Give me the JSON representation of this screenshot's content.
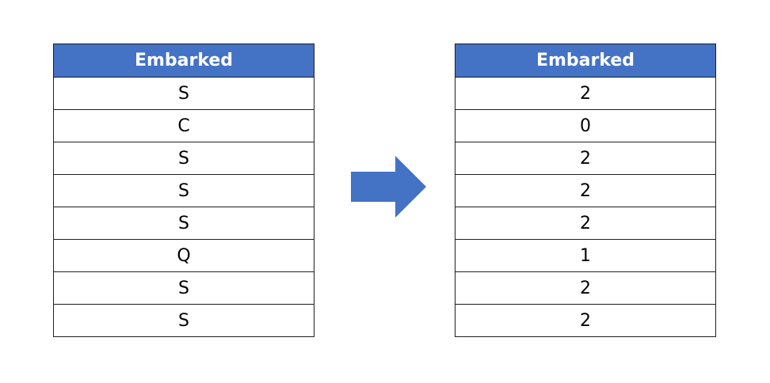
{
  "left_table": {
    "header": "Embarked",
    "rows": [
      "S",
      "C",
      "S",
      "S",
      "S",
      "Q",
      "S",
      "S"
    ]
  },
  "right_table": {
    "header": "Embarked",
    "rows": [
      "2",
      "0",
      "2",
      "2",
      "2",
      "1",
      "2",
      "2"
    ]
  },
  "arrow": {
    "icon": "right-arrow-icon",
    "color": "#4472c4"
  },
  "colors": {
    "header_bg": "#4472c4",
    "header_text": "#ffffff",
    "border": "#1f1f1f"
  }
}
